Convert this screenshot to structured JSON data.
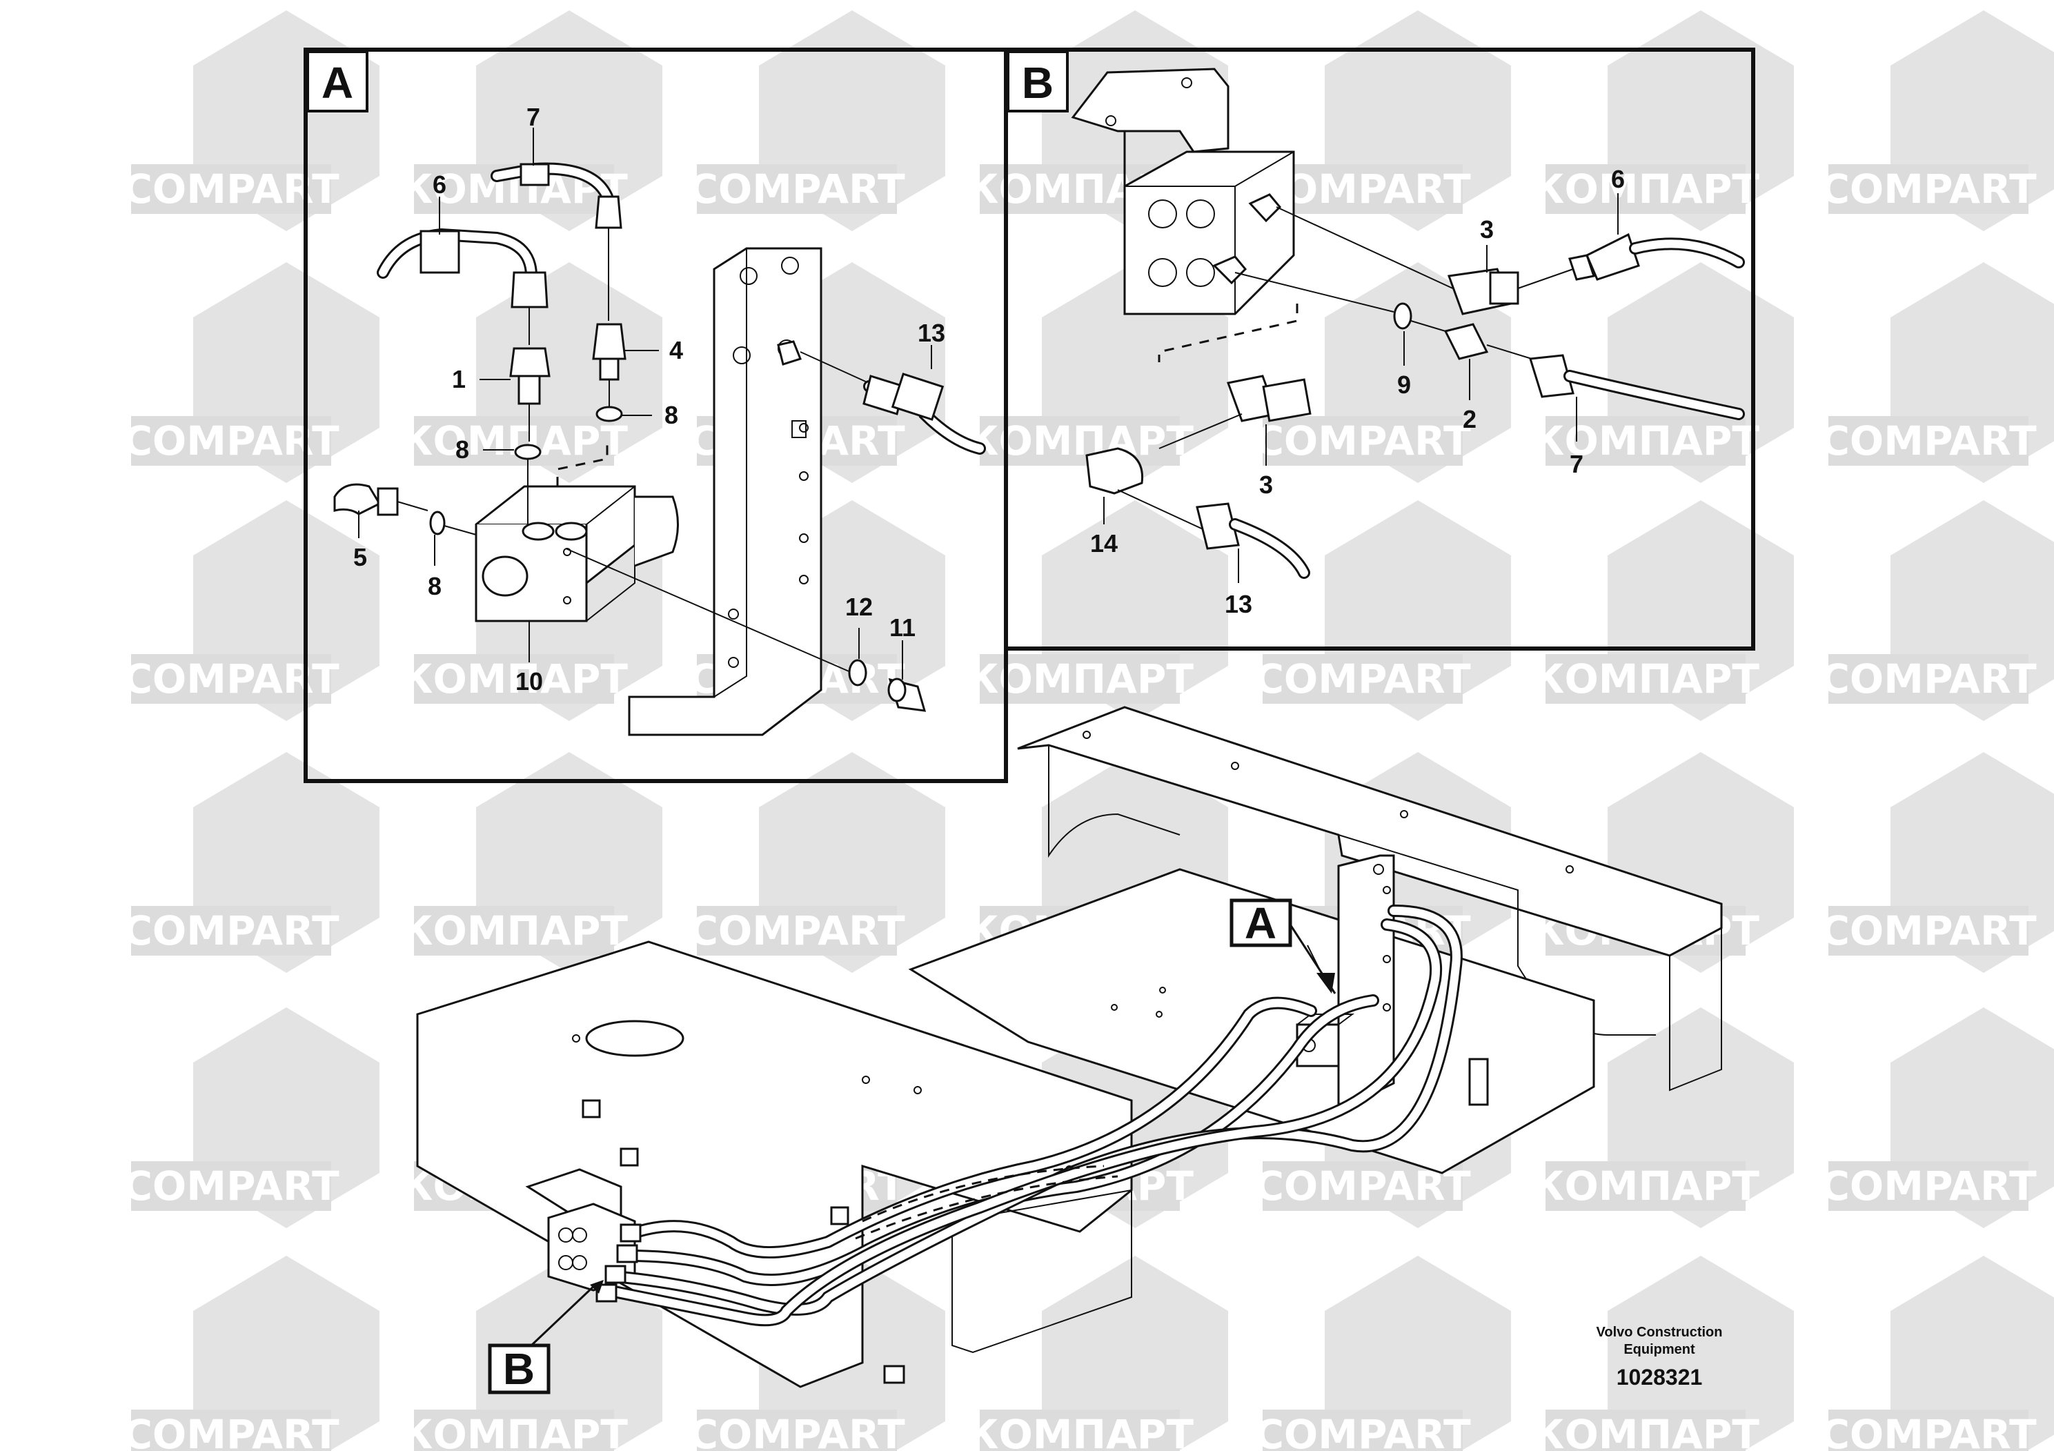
{
  "watermark": {
    "text_latin": "COMPART",
    "text_cyrillic": "КОМПАРТ"
  },
  "detail_a": {
    "label": "A",
    "callouts": [
      "7",
      "6",
      "4",
      "1",
      "8",
      "8",
      "5",
      "8",
      "13",
      "10",
      "12",
      "11"
    ]
  },
  "detail_b": {
    "label": "B",
    "callouts": [
      "3",
      "6",
      "9",
      "2",
      "7",
      "3",
      "14",
      "13"
    ]
  },
  "overview": {
    "label_a": "A",
    "label_b": "B"
  },
  "footer": {
    "brand_line1": "Volvo Construction",
    "brand_line2": "Equipment",
    "drawing_number": "1028321"
  }
}
